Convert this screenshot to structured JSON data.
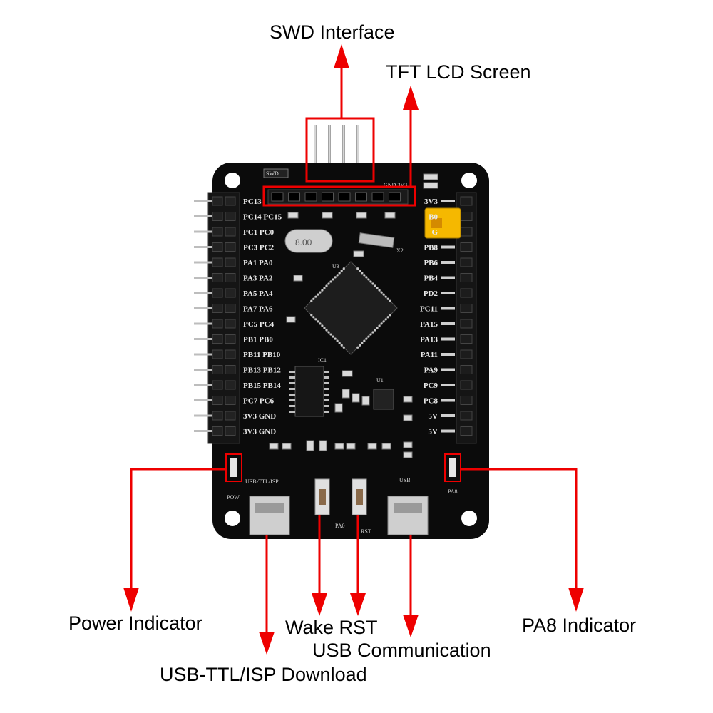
{
  "callouts": {
    "swd": "SWD Interface",
    "tft": "TFT LCD Screen",
    "power": "Power Indicator",
    "usb_ttl": "USB-TTL/ISP Download",
    "wake_rst": "Wake RST",
    "usb_comm": "USB Communication",
    "pa8": "PA8 Indicator"
  },
  "board": {
    "left_header_labels": [
      "PC13",
      "PC14 PC15",
      "PC1  PC0",
      "PC3  PC2",
      "PA1  PA0",
      "PA3  PA2",
      "PA5  PA4",
      "PA7  PA6",
      "PC5  PC4",
      "PB1  PB0",
      "PB11 PB10",
      "PB13 PB12",
      "PB15 PB14",
      "PC7  PC6",
      "3V3  GND",
      "3V3  GND"
    ],
    "right_header_labels": [
      "3V3",
      "B0",
      "G",
      "PB8",
      "PB6",
      "PB4",
      "PD2",
      "PC11",
      "PA15",
      "PA13",
      "PA11",
      "PA9",
      "PC9",
      "PC8",
      "5V",
      "5V"
    ],
    "silk_top_left": "SWD",
    "silk_gnd_3v3": "GND 3V3",
    "crystal_label": "8.00",
    "silk_usb_ttl": "USB-TTL/ISP",
    "silk_usb": "USB",
    "silk_pow": "POW",
    "silk_pa0": "PA0",
    "silk_rst": "RST",
    "silk_pa8": "PA8",
    "silk_ic1": "IC1",
    "silk_u1": "U1",
    "silk_u3": "U3",
    "silk_x2": "X2"
  },
  "colors": {
    "arrow": "#ee0000",
    "pcb": "#0b0b0b",
    "pin": "#c9c9c9",
    "jumper": "#f5b800"
  }
}
